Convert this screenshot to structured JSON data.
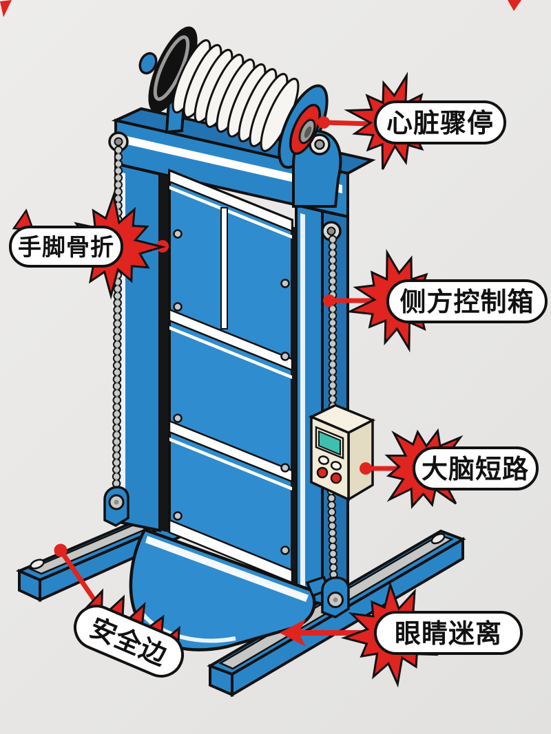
{
  "callouts": {
    "cardiac_arrest": {
      "label": "心脏骤停",
      "style": "starburst"
    },
    "limb_fracture": {
      "label": "手脚骨折",
      "style": "starburst"
    },
    "side_control_box": {
      "label": "侧方控制箱",
      "style": "starburst"
    },
    "brain_short": {
      "label": "大脑短路",
      "style": "starburst"
    },
    "safety_edge": {
      "label": "安全边",
      "style": "spiky-bubble"
    },
    "blurred_eyes": {
      "label": "眼睛迷离",
      "style": "starburst"
    }
  },
  "colors": {
    "background": "#eae9e7",
    "machine_blue": "#2a85c7",
    "machine_blue_dark": "#2373b2",
    "outline": "#111111",
    "accent_red": "#e02420",
    "spool_white": "#f6f5f1",
    "metal_gray": "#c6c6c4",
    "chain_gray": "#c9c9c7",
    "box_cream": "#f0ead6",
    "box_cream_dark": "#e3dcc2",
    "screen_teal": "#3fbfae"
  }
}
